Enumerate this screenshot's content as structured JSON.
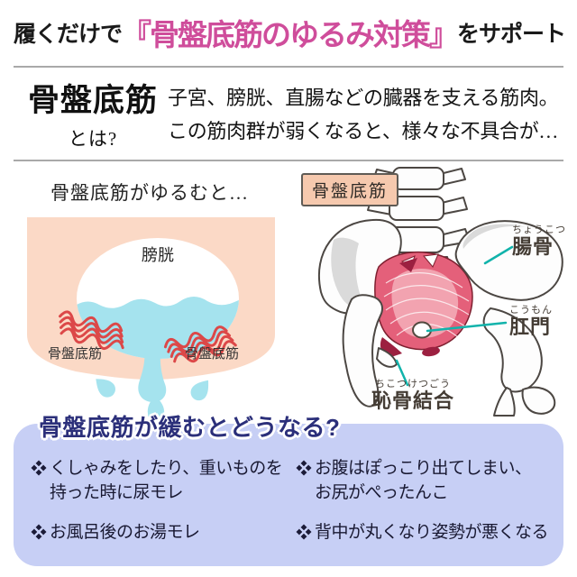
{
  "headline": {
    "prefix": "履くだけで",
    "highlight": "『骨盤底筋のゆるみ対策』",
    "suffix": "をサポート"
  },
  "definition": {
    "term": "骨盤底筋",
    "term_suffix": "とは?",
    "description_line1": "子宮、膀胱、直腸などの臓器を支える筋肉。",
    "description_line2": "この筋肉群が弱くなると、様々な不具合が…"
  },
  "bladder_figure": {
    "title": "骨盤底筋がゆるむと…",
    "bladder_label": "膀胱",
    "muscle_label": "骨盤底筋"
  },
  "anatomy_figure": {
    "tag": "骨盤底筋",
    "ilium": {
      "furigana": "ちょうこつ",
      "label": "腸骨"
    },
    "anus": {
      "furigana": "こうもん",
      "label": "肛門"
    },
    "pubic": {
      "furigana": "ちこつけつごう",
      "label": "恥骨結合"
    }
  },
  "effects_panel": {
    "title": "骨盤底筋が緩むとどうなる?",
    "columns": [
      {
        "items": [
          "くしゃみをしたり、重いものを\n持った時に尿モレ",
          "お風呂後のお湯モレ"
        ]
      },
      {
        "items": [
          "お腹はぽっこり出てしまい、\nお尻がぺったんこ",
          "背中が丸くなり姿勢が悪くなる"
        ]
      }
    ]
  },
  "icons": {
    "bullet": "four-diamond-bullet",
    "pointer_line": "teal-callout-line"
  },
  "colors": {
    "accent_pink": "#cf4d9b",
    "peach_bg": "#fbd9c6",
    "tag_bg": "#f6c9ae",
    "liquid_blue": "#a5e3ee",
    "muscle_red": "#dc4848",
    "panel_blue": "#c7cff5",
    "title_navy": "#2b2f7a",
    "pointer_teal": "#11b3ab"
  }
}
